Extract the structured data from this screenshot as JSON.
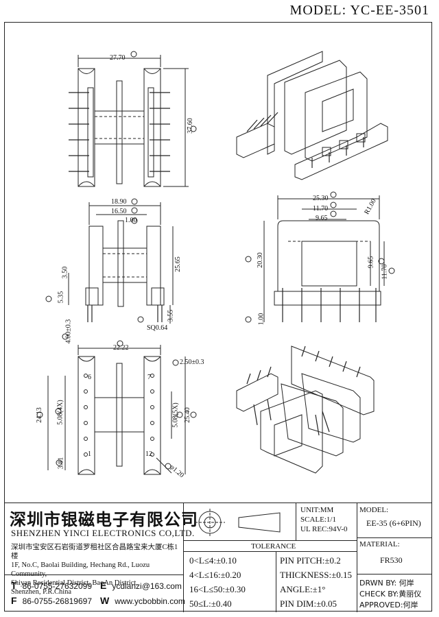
{
  "header": {
    "model_label": "MODEL:  YC-EE-3501"
  },
  "dims": {
    "top_width": "27.70",
    "top_height": "37.60",
    "d1": "18.90",
    "d2": "16.50",
    "d3": "1.00",
    "d4": "3.50",
    "d5": "25.65",
    "d6": "5.35",
    "d7": "3.55",
    "d8": "SQ0.64",
    "d9": "4.00±0.3",
    "d10": "25.30",
    "d11": "11.70",
    "d12": "9.65",
    "d13": "R1.00",
    "d14": "20.30",
    "d15": "9.65",
    "d16": "11.70",
    "d17": "1.00",
    "d18": "22.22",
    "d19": "2.50±0.3",
    "d20": "5.08(4X)",
    "d21": "5.08(5X)",
    "d22": "24.13",
    "d23": "25.40",
    "d24": "3.81",
    "d25": "φ1.20",
    "pin6": "6",
    "pin7": "7",
    "pin1": "1",
    "pin12": "12"
  },
  "title_block": {
    "company_cn": "深圳市银磁电子有限公司",
    "company_en": "SHENZHEN YINCI ELECTRONICS CO,LTD.",
    "address_cn": "深圳市宝安区石岩街道罗租社区合昌路宝来大厦C栋1楼",
    "address_en1": "1F, No.C, Baolai Building, Hechang Rd., Luozu Community,",
    "address_en2": "Shiyan Residential District, BaoAn District,",
    "address_en3": "Shenzhen, P.R.China",
    "tel_letter": "T",
    "tel": "86-0755-27632099",
    "fax_letter": "F",
    "fax": "86-0755-26819697",
    "email_letter": "E",
    "email": "ycdianzi@163.com",
    "web_letter": "W",
    "web": "www.ycbobbin.com",
    "unit": "UNIT:MM",
    "scale": "SCALE:1/1",
    "ul": "UL REC:94V-0",
    "tolerance_title": "TOLERANCE",
    "tol1": "0<L≤4:±0.10",
    "tol2": "4<L≤16:±0.20",
    "tol3": "16<L≤50:±0.30",
    "tol4": "50≤L:±0.40",
    "tol5": "PIN PITCH:±0.2",
    "tol6": "THICKNESS:±0.15",
    "tol7": "ANGLE:±1°",
    "tol8": "PIN DIM:±0.05",
    "model_label": "MODEL:",
    "model_value": "EE-35 (6+6PIN)",
    "material_label": "MATERIAL:",
    "material_value": "FR530",
    "drwn": "DRWN BY: 何岸",
    "check": "CHECK BY:黄丽仪",
    "approved": "APPROVED:何岸"
  }
}
